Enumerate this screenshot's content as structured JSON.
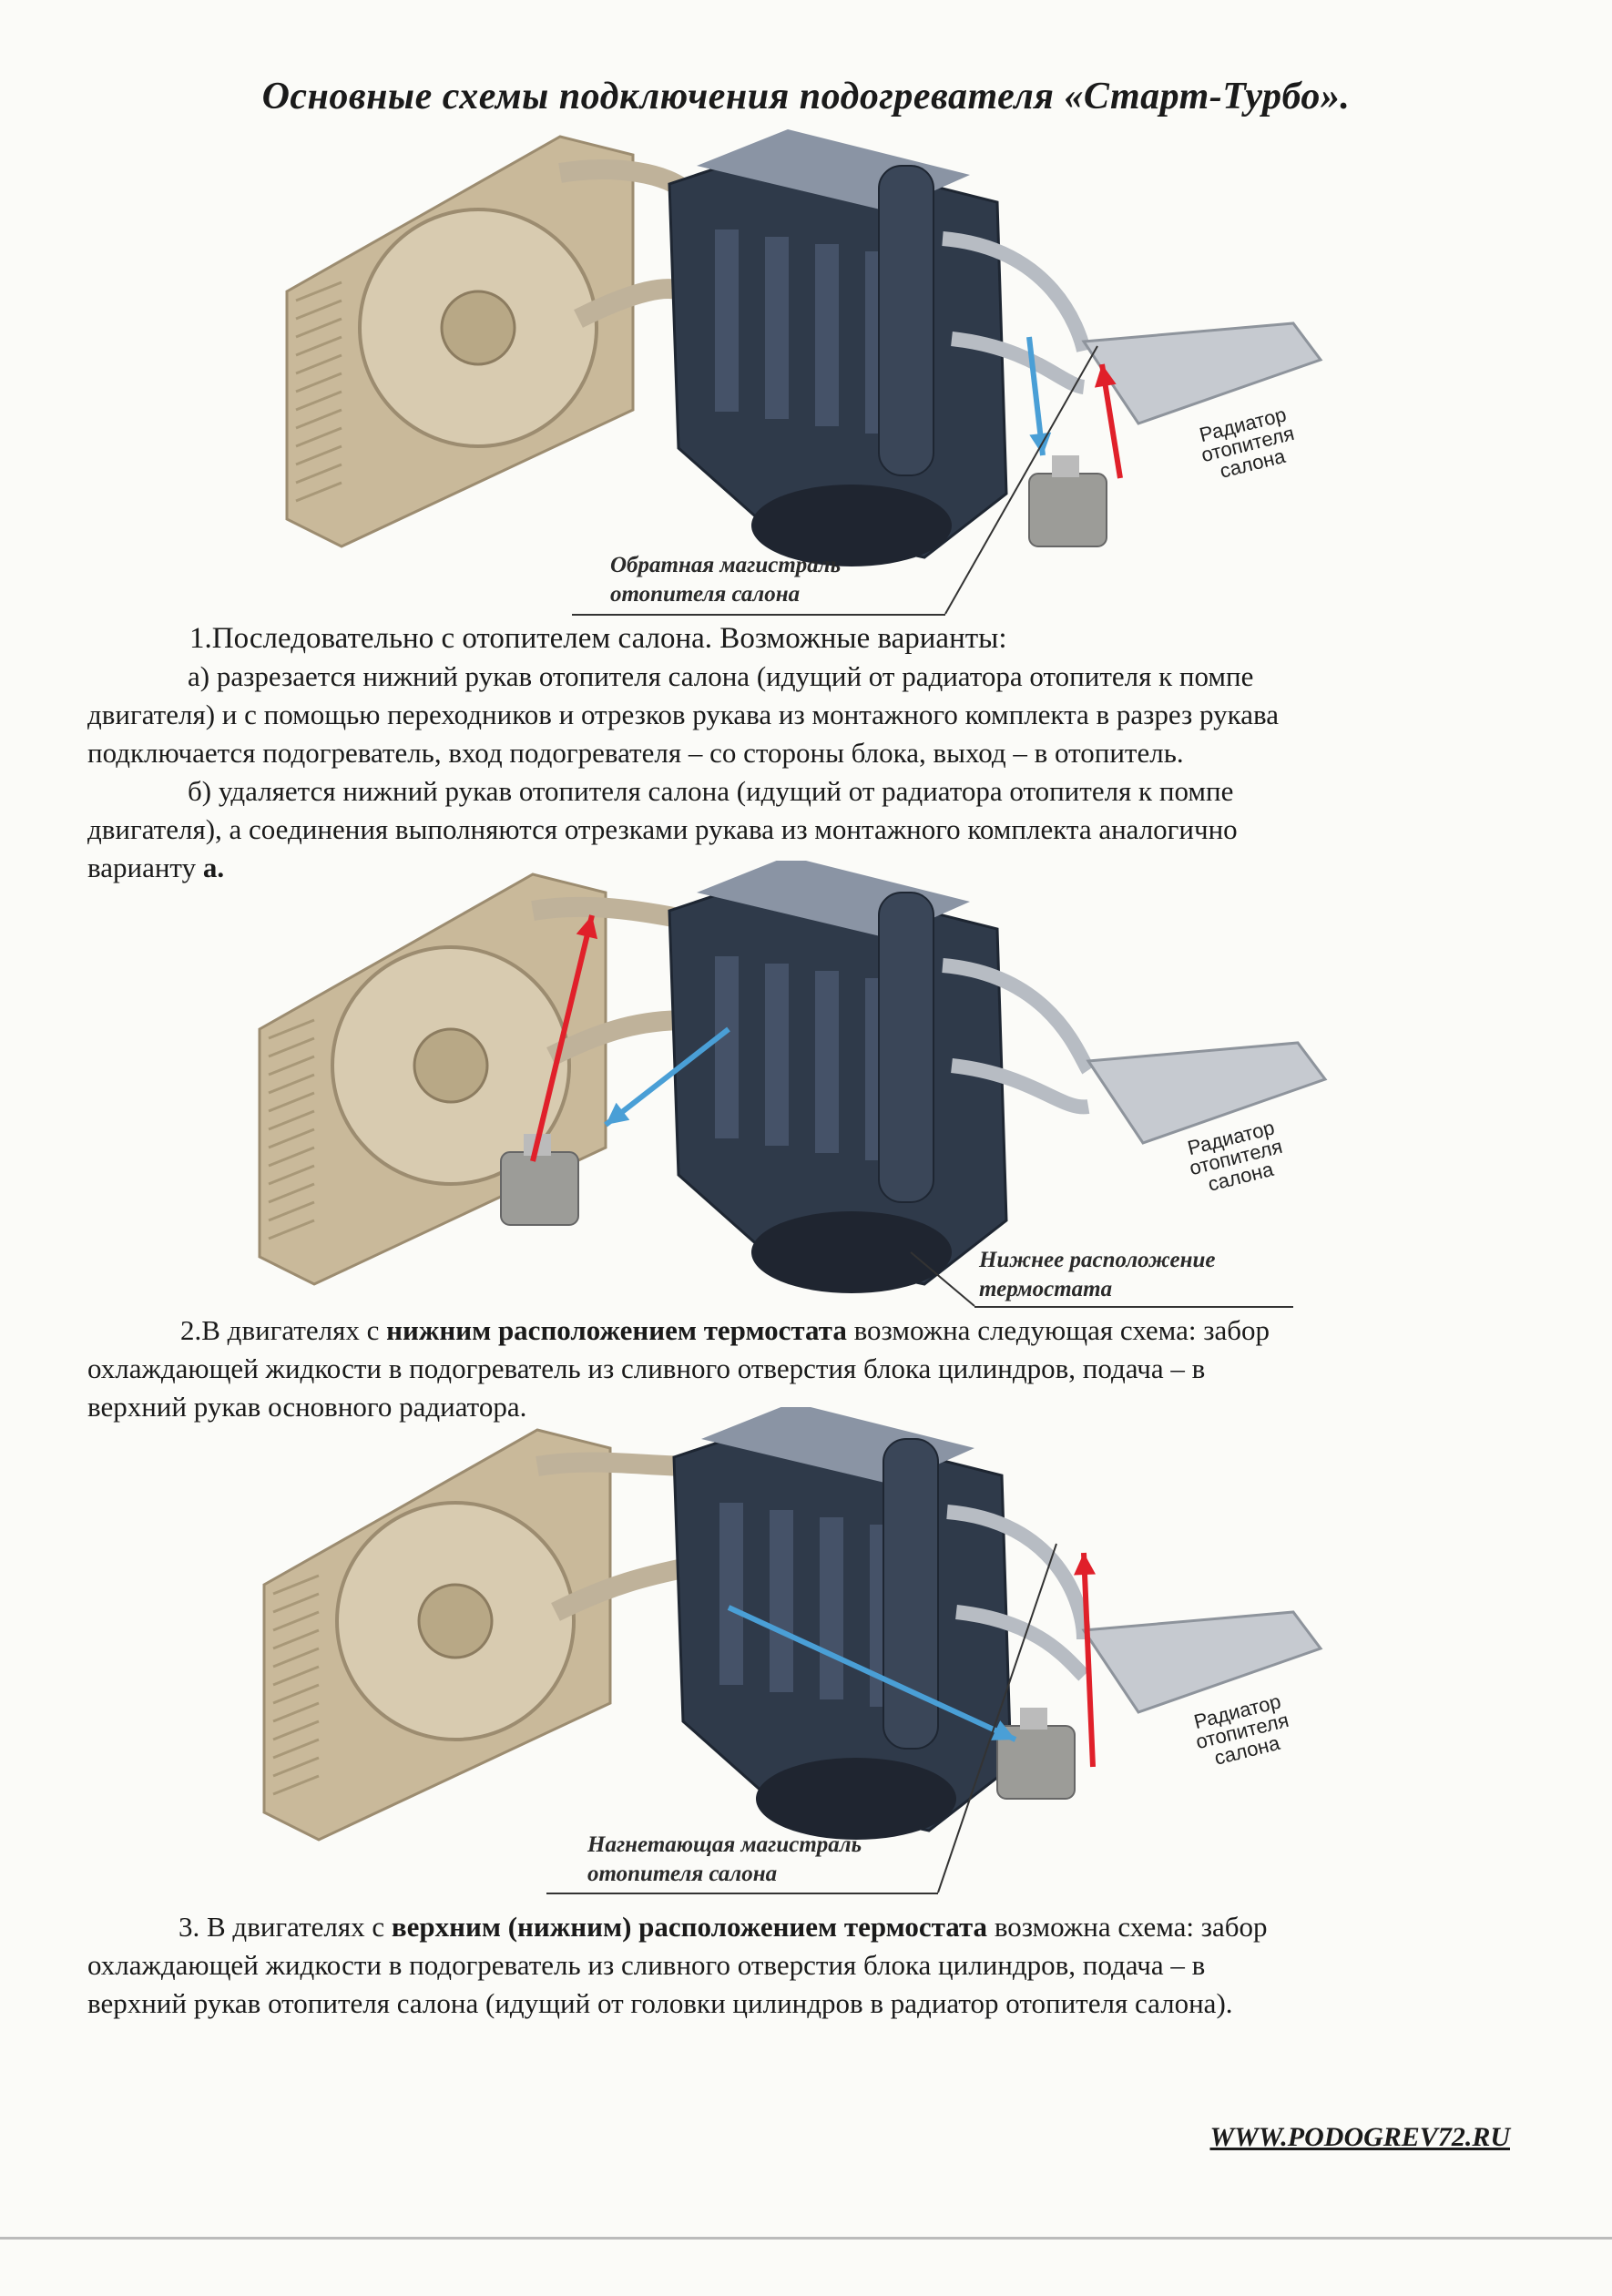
{
  "title": "Основные схемы подключения подогревателя «Старт-Турбо».",
  "diagrams": [
    {
      "callout": [
        "Обратная магистраль",
        "отопителя салона"
      ],
      "heater_radiator_label": [
        "Радиатор",
        "отопителя",
        "салона"
      ]
    },
    {
      "callout": [
        "Нижнее расположение",
        "термостата"
      ],
      "heater_radiator_label": [
        "Радиатор",
        "отопителя",
        "салона"
      ]
    },
    {
      "callout": [
        "Нагнетающая магистраль",
        "отопителя салона"
      ],
      "heater_radiator_label": [
        "Радиатор",
        "отопителя",
        "салона"
      ]
    }
  ],
  "section1": {
    "heading": "1.Последовательно с отопителем салона. Возможные варианты:",
    "variant_a": [
      "а) разрезается нижний рукав отопителя салона (идущий от радиатора отопителя к помпе",
      "двигателя) и с помощью переходников и отрезков рукава из монтажного комплекта в разрез рукава",
      "подключается подогреватель, вход подогревателя – со стороны блока, выход – в отопитель."
    ],
    "variant_b": [
      "б) удаляется нижний рукав отопителя салона (идущий от радиатора отопителя к помпе",
      "двигателя), а соединения выполняются отрезками рукава из  монтажного комплекта аналогично",
      "варианту "
    ],
    "variant_b_bold": "а."
  },
  "section2": {
    "l1_pre": "2.В двигателях с ",
    "l1_bold": "нижним расположением термостата",
    "l1_post": " возможна следующая схема: забор",
    "l2": "охлаждающей жидкости в подогреватель из сливного отверстия блока цилиндров, подача – в",
    "l3": "верхний рукав основного радиатора."
  },
  "section3": {
    "l1_pre": "3. В двигателях с ",
    "l1_bold": "верхним (нижним) расположением термостата",
    "l1_post": " возможна схема: забор",
    "l2": "охлаждающей жидкости в подогреватель из сливного отверстия блока цилиндров, подача – в",
    "l3": "верхний рукав отопителя салона (идущий от головки цилиндров в радиатор отопителя салона)."
  },
  "footer_url": "WWW.PODOGREV72.RU",
  "colors": {
    "supply_arrow": "#e0202a",
    "return_arrow": "#4a9fd6",
    "engine": "#2f3a4a",
    "radiator": "#c9b99a"
  }
}
